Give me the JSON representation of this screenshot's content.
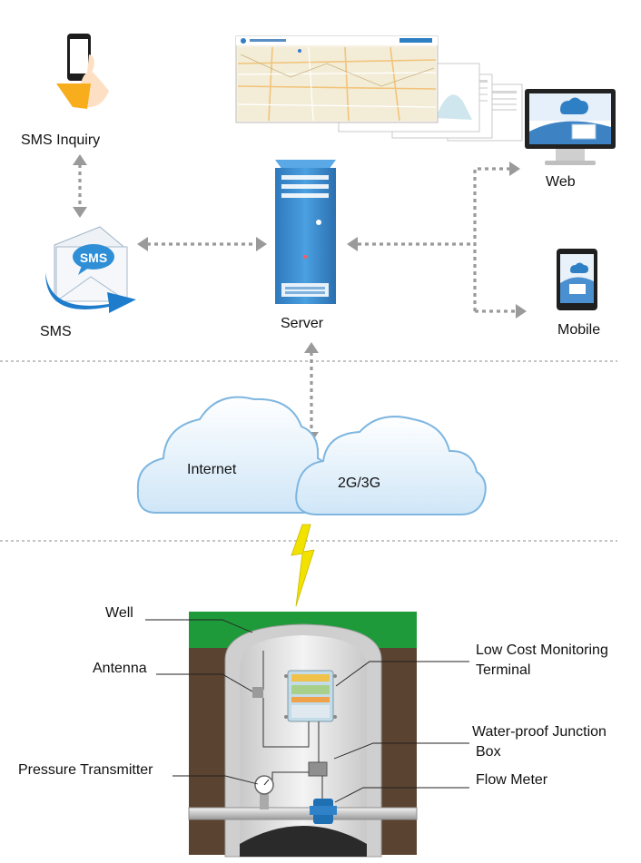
{
  "nodes": {
    "sms_inquiry": "SMS Inquiry",
    "sms": "SMS",
    "sms_icon_text": "SMS",
    "server": "Server",
    "web": "Web",
    "mobile": "Mobile",
    "internet": "Internet",
    "cellular": "2G/3G"
  },
  "well": {
    "well": "Well",
    "antenna": "Antenna",
    "pressure": "Pressure Transmitter",
    "terminal_line1": "Low Cost Monitoring",
    "terminal_line2": "Terminal",
    "junction_line1": "Water-proof Junction",
    "junction_line2": "Box",
    "flow": "Flow Meter"
  },
  "colors": {
    "arrow": "#9a9a9a",
    "server": "#2f7fc4",
    "cloud": "#dcedf9",
    "grass": "#1f9a3a",
    "soil": "#5a4330",
    "lightning": "#f2e200"
  },
  "icons": [
    "phone-hand-icon",
    "sms-envelope-icon",
    "server-tower-icon",
    "web-screenshots-icon",
    "desktop-monitor-icon",
    "tablet-icon",
    "cloud-icon",
    "lightning-icon"
  ]
}
